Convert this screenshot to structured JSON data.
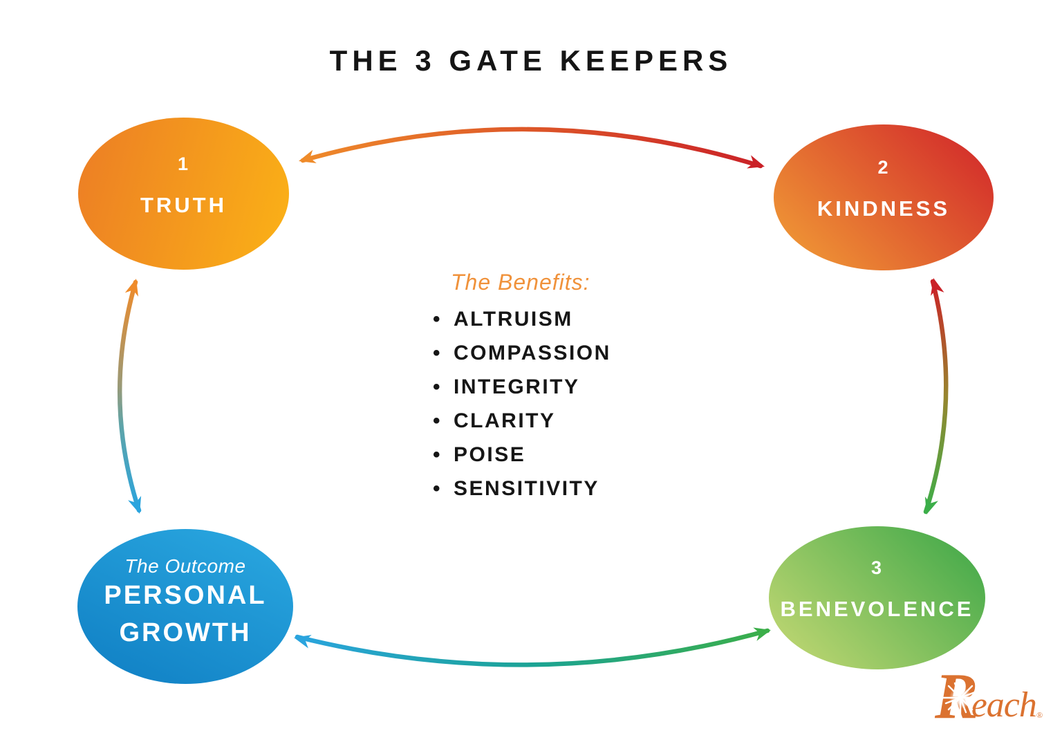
{
  "title": "THE 3 GATE KEEPERS",
  "nodes": {
    "truth": {
      "number": "1",
      "label": "TRUTH",
      "from": "#EC7D25",
      "to": "#FBB216"
    },
    "kindness": {
      "number": "2",
      "label": "KINDNESS",
      "from": "#F2A136",
      "to": "#D0222A"
    },
    "benevolence": {
      "number": "3",
      "label": "BENEVOLENCE",
      "from": "#C9DA75",
      "to": "#3AA647"
    },
    "growth": {
      "sublabel": "The Outcome",
      "line1": "PERSONAL",
      "line2": "GROWTH",
      "from": "#2BA9E1",
      "to": "#0F7EC3"
    }
  },
  "benefits": {
    "heading": "The Benefits:",
    "heading_color": "#F0923B",
    "bullet": "•",
    "items": [
      "ALTRUISM",
      "COMPASSION",
      "INTEGRITY",
      "CLARITY",
      "POISE",
      "SENSITIVITY"
    ]
  },
  "arrows": {
    "orange": "#EF8B2A",
    "red": "#CA2127",
    "blue": "#2AA4DE",
    "green": "#3BAE49",
    "left_mid_warm": "#9A9976",
    "left_mid_cool": "#5FA4A8",
    "right_mid": "#97862F",
    "bottom_mid": "#1BA394"
  },
  "logo": {
    "r": "R",
    "rest": "each",
    "registered": "®",
    "color": "#DB7230"
  }
}
